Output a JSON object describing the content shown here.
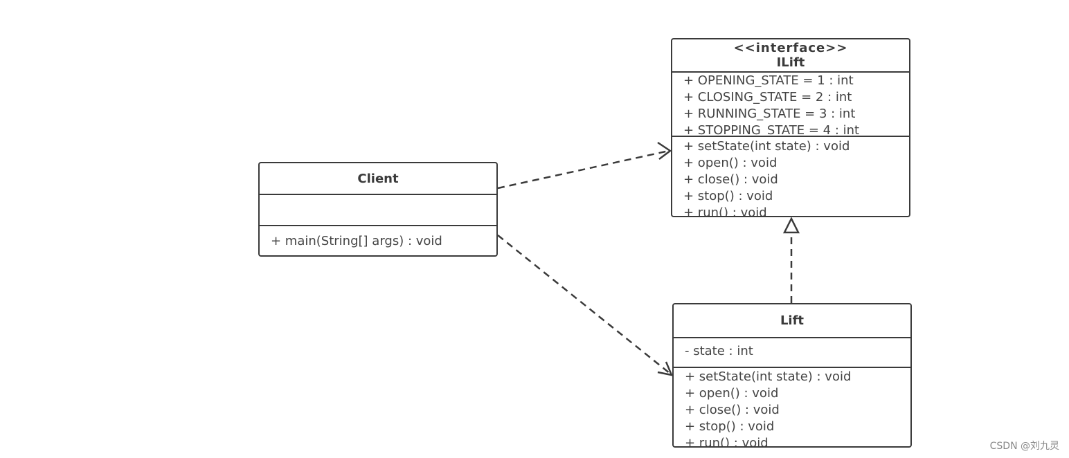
{
  "classes": {
    "ilift": {
      "stereotype": "<<interface>>",
      "name": "ILift",
      "attributes": [
        "+ OPENING_STATE = 1 : int",
        "+ CLOSING_STATE = 2 : int",
        "+ RUNNING_STATE = 3 : int",
        "+ STOPPING_STATE = 4 : int"
      ],
      "operations": [
        "+ setState(int state) : void",
        "+ open() : void",
        "+ close() : void",
        "+ stop() : void",
        "+ run() : void"
      ]
    },
    "client": {
      "name": "Client",
      "attributes": [],
      "operations": [
        "+ main(String[] args) : void"
      ]
    },
    "lift": {
      "name": "Lift",
      "attributes": [
        "- state : int"
      ],
      "operations": [
        "+ setState(int state) : void",
        "+ open() : void",
        "+ close() : void",
        "+ stop() : void",
        "+ run() : void"
      ]
    }
  },
  "watermark": "CSDN @刘九灵",
  "colors": {
    "line": "#3a3a3a",
    "text": "#444444"
  }
}
